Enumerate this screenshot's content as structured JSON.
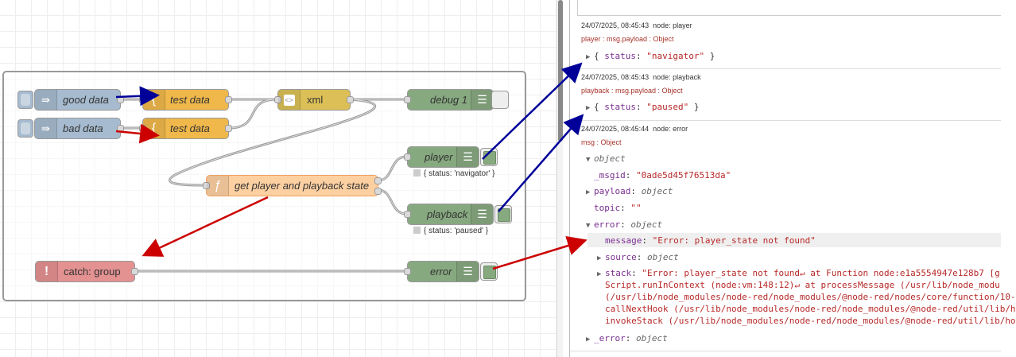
{
  "flow": {
    "nodes": {
      "inject_good": "good data",
      "inject_bad": "bad data",
      "test_data_1": "test data",
      "test_data_2": "test data",
      "xml": "xml",
      "debug1": "debug 1",
      "player": "player",
      "playback": "playback",
      "function": "get player and playback state",
      "catch": "catch: group",
      "error": "error"
    },
    "status": {
      "player": "{ status: 'navigator' }",
      "playback": "{ status: 'paused' }"
    },
    "colors": {
      "inject": "#a6bbcf",
      "template": "#f0b84a",
      "xml": "#dcc057",
      "debug": "#87a980",
      "function": "#fdd0a2",
      "catch": "#e49191",
      "arrow_blue": "#000099",
      "arrow_red": "#cc0000"
    }
  },
  "debug": {
    "msg1": {
      "time": "24/07/2025, 08:45:43",
      "node": "node: player",
      "topic": "player : msg.payload : Object",
      "open": "{",
      "key": "status",
      "value": "\"navigator\"",
      "close": "}"
    },
    "msg2": {
      "time": "24/07/2025, 08:45:43",
      "node": "node: playback",
      "topic": "playback : msg.payload : Object",
      "open": "{",
      "key": "status",
      "value": "\"paused\"",
      "close": "}"
    },
    "msg3": {
      "time": "24/07/2025, 08:45:44",
      "node": "node: error",
      "topic": "msg : Object",
      "root": "object",
      "msgid_key": "_msgid",
      "msgid_val": "\"0ade5d45f76513da\"",
      "payload_key": "payload",
      "payload_val": "object",
      "topic_key": "topic",
      "topic_val": "\"\"",
      "error_key": "error",
      "error_val": "object",
      "message_key": "message",
      "message_val": "\"Error: player_state not found\"",
      "source_key": "source",
      "source_val": "object",
      "stack_key": "stack",
      "stack_lines": [
        "\"Error: player_state not found↵    at Function node:e1a5554947e128b7 [g",
        "Script.runInContext (node:vm:148:12)↵    at processMessage (/usr/lib/node_modu",
        "(/usr/lib/node_modules/node-red/node_modules/@node-red/nodes/core/function/10-",
        "callNextHook (/usr/lib/node_modules/node-red/node_modules/@node-red/util/lib/h",
        "invokeStack (/usr/lib/node_modules/node-red/node_modules/@node-red/util/lib/ho"
      ],
      "err_key": "_error",
      "err_val": "object"
    }
  }
}
